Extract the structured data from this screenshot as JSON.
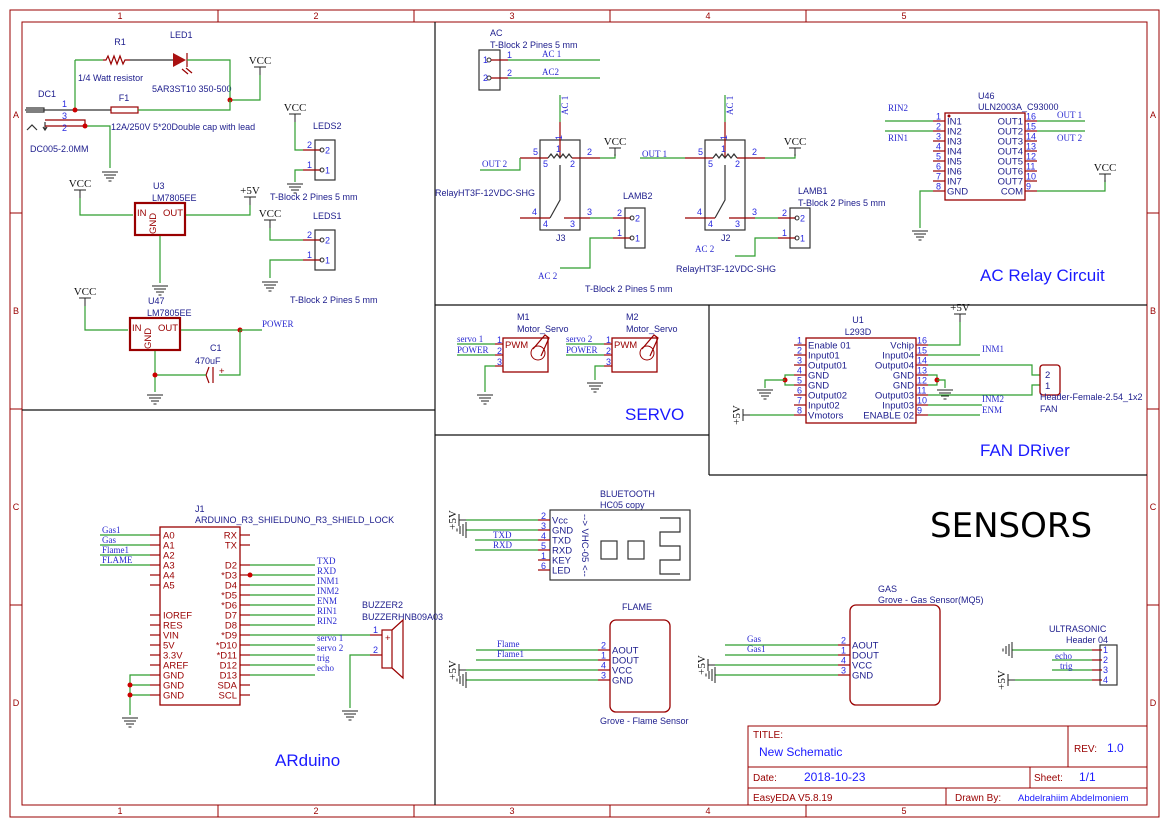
{
  "sheet": {
    "columns": [
      "1",
      "2",
      "3",
      "4",
      "5"
    ],
    "rows": [
      "A",
      "B",
      "C",
      "D"
    ]
  },
  "nets": {
    "vcc": "VCC",
    "p5v": "+5V",
    "power": "POWER"
  },
  "terminal_pins": [
    "2",
    "1"
  ],
  "power": {
    "r1": {
      "ref": "R1",
      "value": "1/4 Watt resistor"
    },
    "led1": {
      "ref": "LED1",
      "value": "5AR3ST10 350-500"
    },
    "f1": {
      "ref": "F1",
      "value": "12A/250V 5*20Double cap with lead"
    },
    "dc1": {
      "ref": "DC1",
      "value": "DC005-2.0MM",
      "pins": [
        "1",
        "3",
        "2"
      ]
    },
    "leds2": {
      "ref": "LEDS2",
      "value": "T-Block 2 Pines 5 mm"
    },
    "leds1": {
      "ref": "LEDS1",
      "value": "T-Block 2 Pines 5 mm"
    },
    "u3": {
      "ref": "U3",
      "value": "LM7805EE",
      "in": "IN",
      "out": "OUT",
      "gnd": "GND"
    },
    "u47": {
      "ref": "U47",
      "value": "LM7805EE",
      "in": "IN",
      "out": "OUT",
      "gnd": "GND"
    },
    "c1": {
      "ref": "C1",
      "value": "470uF",
      "plus": "+"
    }
  },
  "ac_relay": {
    "title": "AC Relay Circuit",
    "ac": {
      "ref": "AC",
      "value": "T-Block 2 Pines 5 mm",
      "pins": [
        "1",
        "2"
      ],
      "nets": [
        "AC 1",
        "AC2"
      ]
    },
    "relay_pins": [
      "1",
      "5",
      "2",
      "4",
      "3"
    ],
    "j3": {
      "ref": "J3",
      "value": "RelayHT3F-12VDC-SHG",
      "net_top": "AC 1",
      "net_left": "OUT 2",
      "net_bottom": "AC 2"
    },
    "lamb2": {
      "ref": "LAMB2",
      "value": "T-Block 2 Pines 5 mm"
    },
    "j2": {
      "ref": "J2",
      "value": "RelayHT3F-12VDC-SHG",
      "net_top": "AC 1",
      "net_left": "OUT 1",
      "net_bottom": "AC 2"
    },
    "lamb1": {
      "ref": "LAMB1",
      "value": "T-Block 2 Pines 5 mm"
    },
    "u46": {
      "ref": "U46",
      "value": "ULN2003A_C93000",
      "left": [
        {
          "num": "1",
          "label": "IN1"
        },
        {
          "num": "2",
          "label": "IN2"
        },
        {
          "num": "3",
          "label": "IN3"
        },
        {
          "num": "4",
          "label": "IN4"
        },
        {
          "num": "5",
          "label": "IN5"
        },
        {
          "num": "6",
          "label": "IN6"
        },
        {
          "num": "7",
          "label": "IN7"
        },
        {
          "num": "8",
          "label": "GND"
        }
      ],
      "right": [
        {
          "num": "16",
          "label": "OUT1"
        },
        {
          "num": "15",
          "label": "OUT2"
        },
        {
          "num": "14",
          "label": "OUT3"
        },
        {
          "num": "13",
          "label": "OUT4"
        },
        {
          "num": "12",
          "label": "OUT5"
        },
        {
          "num": "11",
          "label": "OUT6"
        },
        {
          "num": "10",
          "label": "OUT7"
        },
        {
          "num": "9",
          "label": "COM"
        }
      ],
      "nets": {
        "rin2": "RIN2",
        "rin1": "RIN1",
        "out1": "OUT 1",
        "out2": "OUT 2"
      }
    }
  },
  "servo": {
    "title": "SERVO",
    "pins": [
      "1",
      "2",
      "3"
    ],
    "pwm": "PWM",
    "m1": {
      "ref": "M1",
      "value": "Motor_Servo",
      "net_signal": "servo 1",
      "net_power": "POWER"
    },
    "m2": {
      "ref": "M2",
      "value": "Motor_Servo",
      "net_signal": "servo 2",
      "net_power": "POWER"
    }
  },
  "fan": {
    "title": "FAN DRiver",
    "u1": {
      "ref": "U1",
      "value": "L293D",
      "left": [
        {
          "num": "1",
          "label": "Enable 01"
        },
        {
          "num": "2",
          "label": "Input01"
        },
        {
          "num": "3",
          "label": "Output01"
        },
        {
          "num": "4",
          "label": "GND"
        },
        {
          "num": "5",
          "label": "GND"
        },
        {
          "num": "6",
          "label": "Output02"
        },
        {
          "num": "7",
          "label": "Input02"
        },
        {
          "num": "8",
          "label": "Vmotors"
        }
      ],
      "right": [
        {
          "num": "16",
          "label": "Vchip"
        },
        {
          "num": "15",
          "label": "Input04"
        },
        {
          "num": "14",
          "label": "Output04"
        },
        {
          "num": "13",
          "label": "GND"
        },
        {
          "num": "12",
          "label": "GND"
        },
        {
          "num": "11",
          "label": "Output03"
        },
        {
          "num": "10",
          "label": "Input03"
        },
        {
          "num": "9",
          "label": "ENABLE 02"
        }
      ],
      "nets": {
        "inm1": "INM1",
        "inm2": "INM2",
        "enm": "ENM"
      }
    },
    "header": {
      "ref": "FAN",
      "value": "Header-Female-2.54_1x2",
      "pins": [
        "2",
        "1"
      ]
    }
  },
  "arduino": {
    "title": "ARduino",
    "j1": {
      "ref": "J1",
      "value": "ARDUINO_R3_SHIELDUNO_R3_SHIELD_LOCK",
      "left": [
        "A0",
        "A1",
        "A2",
        "A3",
        "A4",
        "A5",
        "IOREF",
        "RES",
        "VIN",
        "5V",
        "3.3V",
        "AREF",
        "GND",
        "GND",
        "GND"
      ],
      "right": [
        "RX",
        "TX",
        "D2",
        "*D3",
        "D4",
        "*D5",
        "*D6",
        "D7",
        "D8",
        "*D9",
        "*D10",
        "*D11",
        "D12",
        "D13",
        "SDA",
        "SCL"
      ]
    },
    "left_nets": [
      "Gas1",
      "Gas",
      "Flame1",
      "FLAME"
    ],
    "right_nets": [
      "TXD",
      "RXD",
      "INM1",
      "INM2",
      "ENM",
      "RIN1",
      "RIN2",
      "servo 1",
      "servo 2",
      "trig",
      "echo"
    ],
    "buzzer": {
      "ref": "BUZZER2",
      "value": "BUZZERHNB09A03",
      "pins": [
        "1",
        "2"
      ],
      "plus": "+"
    }
  },
  "sensors": {
    "title": "SENSORS",
    "bluetooth": {
      "ref": "BLUETOOTH",
      "value": "HC05 copy",
      "module_text": "--> VHC-05 <--",
      "pins": [
        {
          "num": "2",
          "label": "Vcc"
        },
        {
          "num": "3",
          "label": "GND"
        },
        {
          "num": "4",
          "label": "TXD"
        },
        {
          "num": "5",
          "label": "RXD"
        },
        {
          "num": "1",
          "label": "KEY"
        },
        {
          "num": "6",
          "label": "LED"
        }
      ],
      "nets": [
        "TXD",
        "RXD"
      ]
    },
    "flame": {
      "ref": "FLAME",
      "value": "Grove - Flame Sensor",
      "pins": [
        {
          "num": "2",
          "label": "AOUT"
        },
        {
          "num": "1",
          "label": "DOUT"
        },
        {
          "num": "4",
          "label": "VCC"
        },
        {
          "num": "3",
          "label": "GND"
        }
      ],
      "nets": [
        "Flame",
        "Flame1"
      ]
    },
    "gas": {
      "ref": "GAS",
      "value": "Grove - Gas Sensor(MQ5)",
      "pins": [
        {
          "num": "2",
          "label": "AOUT"
        },
        {
          "num": "1",
          "label": "DOUT"
        },
        {
          "num": "4",
          "label": "VCC"
        },
        {
          "num": "3",
          "label": "GND"
        }
      ],
      "nets": [
        "Gas",
        "Gas1"
      ]
    },
    "ultrasonic": {
      "ref": "ULTRASONIC",
      "value": "Header 04",
      "pins": [
        "1",
        "2",
        "3",
        "4"
      ],
      "nets": [
        "echo",
        "trig"
      ]
    }
  },
  "title_block": {
    "title_label": "TITLE:",
    "title": "New Schematic",
    "rev_label": "REV:",
    "rev": "1.0",
    "date_label": "Date:",
    "date": "2018-10-23",
    "sheet_label": "Sheet:",
    "sheet": "1/1",
    "software": "EasyEDA V5.8.19",
    "drawn_label": "Drawn By:",
    "drawn_by": "Abdelrahiim Abdelmoniem"
  },
  "colors": {
    "frame": "#990000",
    "wire": "#2e9e2e",
    "text": "#1c1c8c",
    "net": "#2a2ad0",
    "junction": "#cc0000"
  }
}
